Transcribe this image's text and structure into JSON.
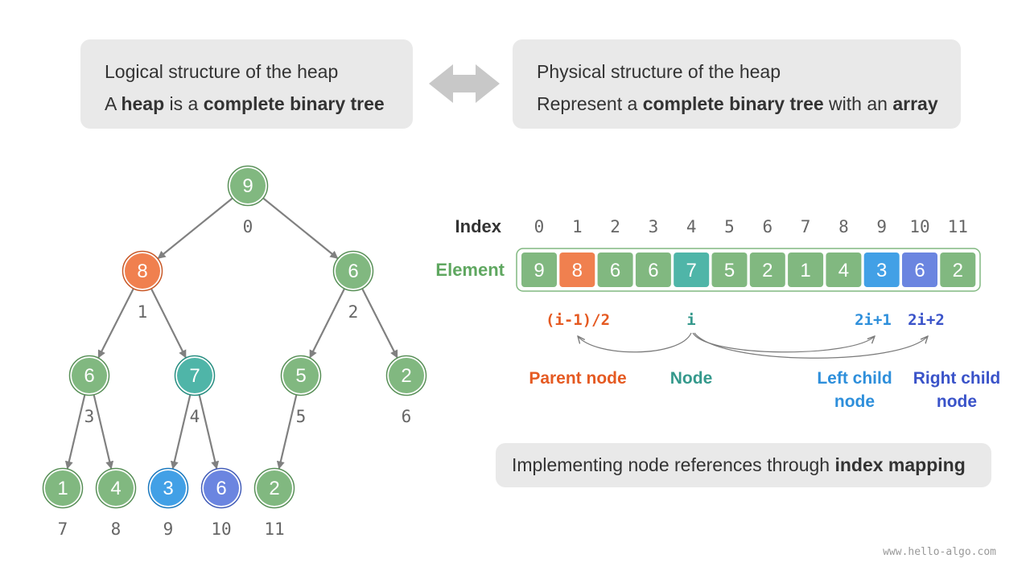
{
  "logical": {
    "title": "Logical structure of the heap",
    "line2": {
      "p1": "A ",
      "b1": "heap",
      "p2": " is a ",
      "b2": "complete binary tree"
    }
  },
  "physical": {
    "title": "Physical structure of the heap",
    "line2": {
      "p1": "Represent a ",
      "b1": "complete binary tree",
      "p2": " with an ",
      "b2": "array"
    }
  },
  "mapping": {
    "p1": "Implementing node references through ",
    "b1": "index mapping"
  },
  "tree": {
    "nodes": [
      {
        "value": "9",
        "index": "0",
        "color": "#81b880"
      },
      {
        "value": "8",
        "index": "1",
        "color": "#f0804f"
      },
      {
        "value": "6",
        "index": "2",
        "color": "#81b880"
      },
      {
        "value": "6",
        "index": "3",
        "color": "#81b880"
      },
      {
        "value": "7",
        "index": "4",
        "color": "#4fb5a8"
      },
      {
        "value": "5",
        "index": "5",
        "color": "#81b880"
      },
      {
        "value": "2",
        "index": "6",
        "color": "#81b880"
      },
      {
        "value": "1",
        "index": "7",
        "color": "#81b880"
      },
      {
        "value": "4",
        "index": "8",
        "color": "#81b880"
      },
      {
        "value": "3",
        "index": "9",
        "color": "#42a0e6"
      },
      {
        "value": "6",
        "index": "10",
        "color": "#6b85e0"
      },
      {
        "value": "2",
        "index": "11",
        "color": "#81b880"
      }
    ]
  },
  "array": {
    "index_label": "Index",
    "element_label": "Element",
    "indices": [
      "0",
      "1",
      "2",
      "3",
      "4",
      "5",
      "6",
      "7",
      "8",
      "9",
      "10",
      "11"
    ]
  },
  "formulas": {
    "parent": "(i-1)/2",
    "node": "i",
    "left": "2i+1",
    "right": "2i+2"
  },
  "labels": {
    "parent": "Parent node",
    "node": "Node",
    "left1": "Left child",
    "left2": "node",
    "right1": "Right child",
    "right2": "node"
  },
  "colors": {
    "green": "#81b880",
    "orange": "#f0804f",
    "teal": "#4fb5a8",
    "blue": "#42a0e6",
    "indigo": "#6b85e0",
    "parent_text": "#e55a22",
    "node_text": "#35998c",
    "left_text": "#2e8fdb",
    "right_text": "#3a53c9",
    "element_text": "#5fa760"
  },
  "watermark": "www.hello-algo.com"
}
